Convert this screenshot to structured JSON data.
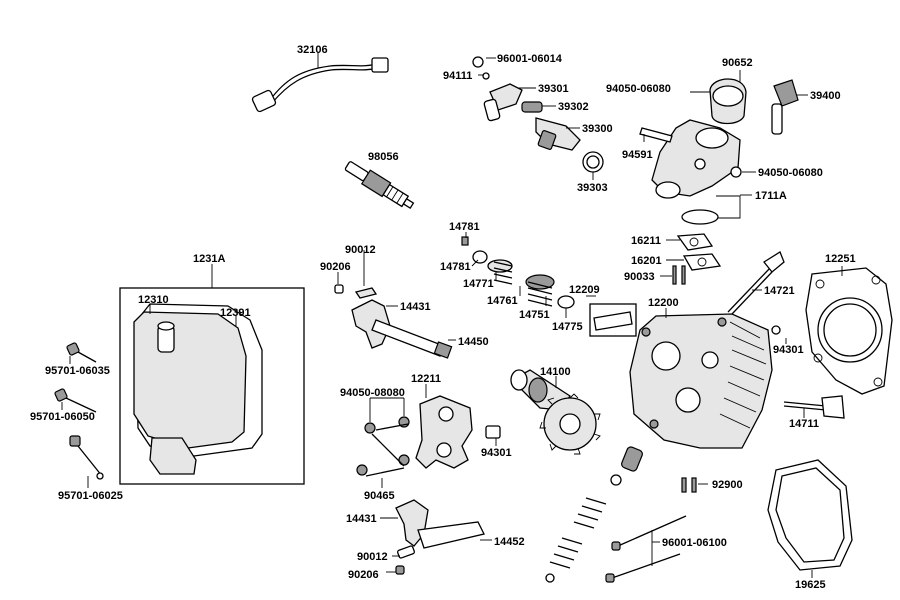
{
  "labels": {
    "l32106": "32106",
    "l96001_06014": "96001-06014",
    "l94111": "94111",
    "l39301": "39301",
    "l39302": "39302",
    "l39300": "39300",
    "l39303": "39303",
    "l90652": "90652",
    "l94050_06080_top": "94050-06080",
    "l39400": "39400",
    "l94591": "94591",
    "l94050_06080_mid": "94050-06080",
    "l1711A": "1711A",
    "l98056": "98056",
    "l14781_a": "14781",
    "l14781_b": "14781",
    "l14771": "14771",
    "l14761": "14761",
    "l14751": "14751",
    "l14775": "14775",
    "l12209": "12209",
    "l90012_top": "90012",
    "l90206_top": "90206",
    "l14431_top": "14431",
    "l14450": "14450",
    "l16211": "16211",
    "l16201": "16201",
    "l90033": "90033",
    "l14721": "14721",
    "l12251": "12251",
    "l12200": "12200",
    "l94301_right": "94301",
    "l1231A": "1231A",
    "l12310": "12310",
    "l12391": "12391",
    "l95701_06035": "95701-06035",
    "l95701_06050": "95701-06050",
    "l95701_06025": "95701-06025",
    "l94050_08080": "94050-08080",
    "l12211": "12211",
    "l14100": "14100",
    "l94301_mid": "94301",
    "l14711": "14711",
    "l90465": "90465",
    "l92900": "92900",
    "l14431_bot": "14431",
    "l14452": "14452",
    "l96001_06100": "96001-06100",
    "l90012_bot": "90012",
    "l90206_bot": "90206",
    "l19625": "19625"
  }
}
